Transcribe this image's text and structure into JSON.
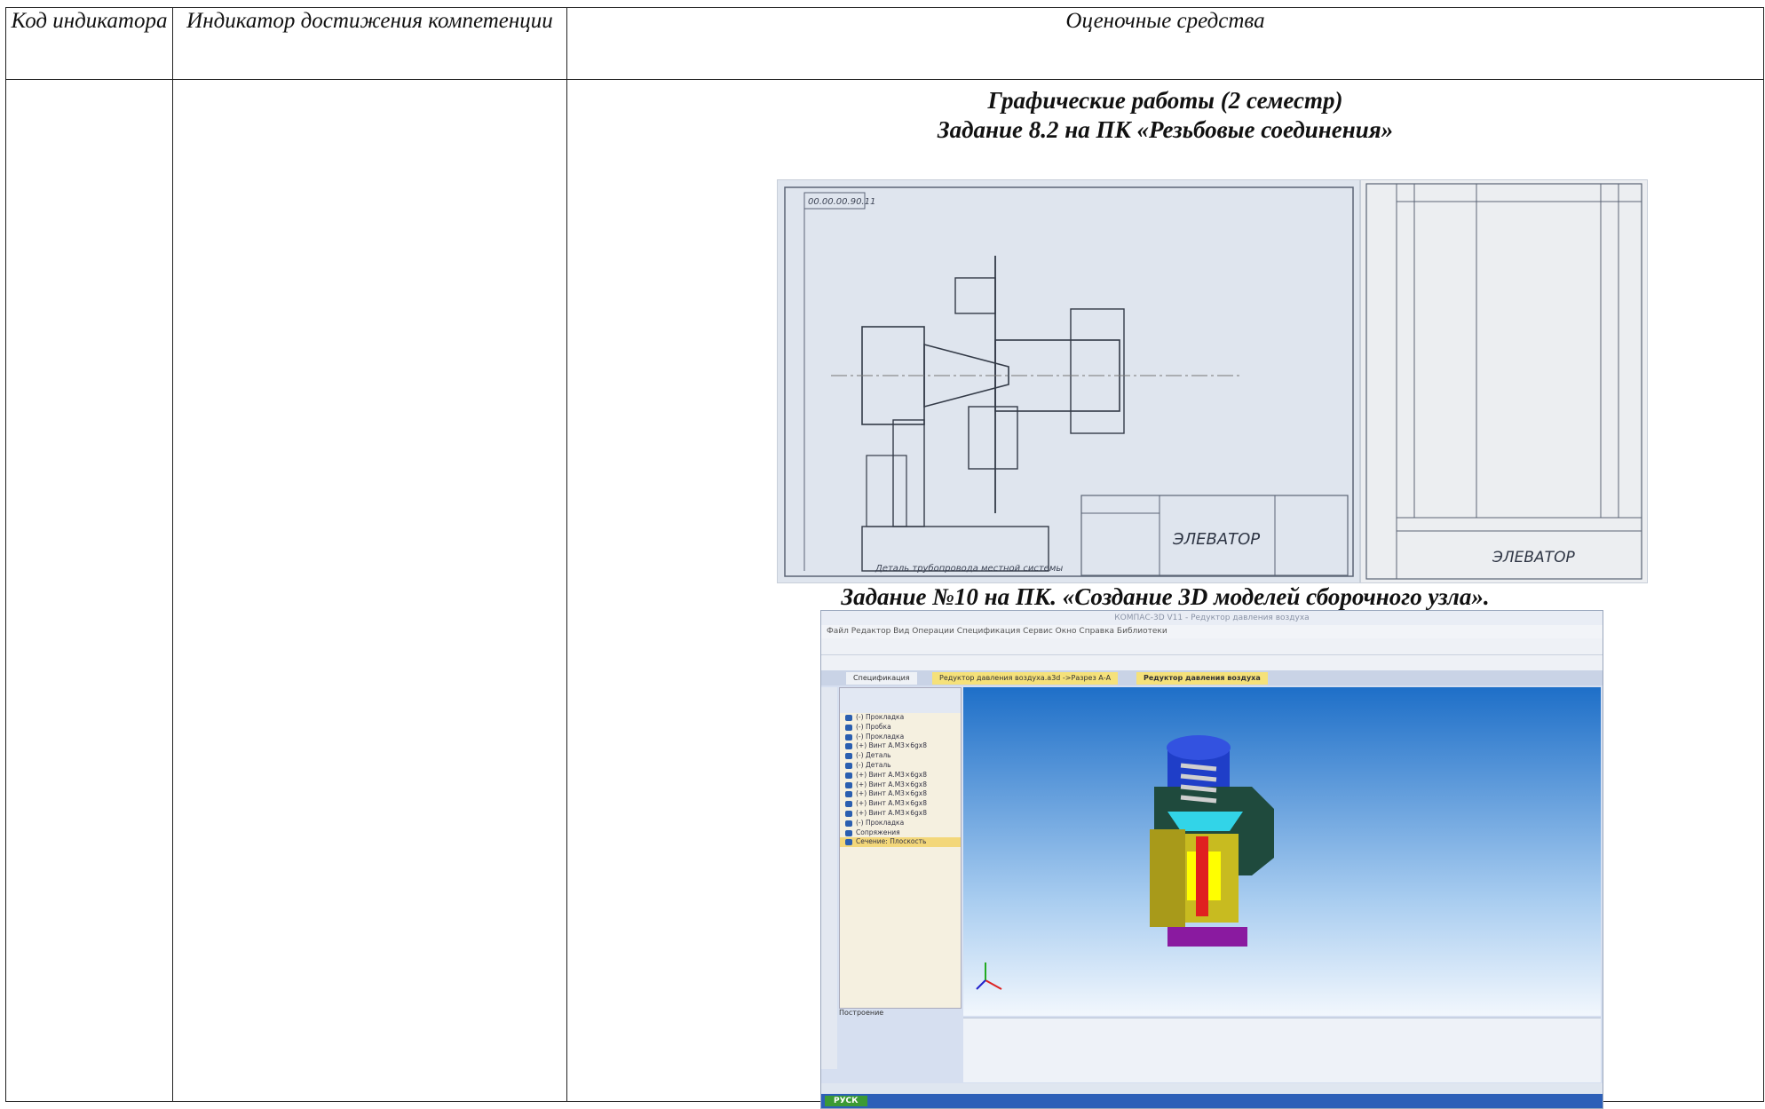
{
  "table": {
    "headers": [
      "Код индикатора",
      "Индикатор достижения компетенции",
      "Оценочные средства"
    ]
  },
  "content": {
    "section_title": "Графические работы (2 семестр)",
    "task1_title": "Задание 8.2 на ПК «Резьбовые соединения»",
    "task2_title": "Задание №10 на ПК. «Создание 3D моделей сборочного узла»."
  },
  "drawing": {
    "title_block_name": "ЭЛЕВАТОР",
    "bottom_caption": "Деталь трубопровода местной системы",
    "stamp_code": "00.00.00.90.11"
  },
  "spec_sheet": {
    "title_block_name": "ЭЛЕВАТОР"
  },
  "app_screenshot": {
    "title": "КОМПАС-3D V11 - Редуктор давления воздуха",
    "menu": "Файл  Редактор  Вид  Операции  Спецификация  Сервис  Окно  Справка  Библиотеки",
    "tabs": [
      "Спецификация",
      "Редуктор давления воздуха.a3d ->Разрез А-А",
      "Редуктор давления воздуха"
    ],
    "tree_items": [
      "(-) Прокладка",
      "(-) Пробка",
      "(-) Прокладка",
      "(+) Винт А.М3×6gх8",
      "(-) Деталь",
      "(-) Деталь",
      "(+) Винт А.М3×6gх8",
      "(+) Винт А.М3×6gх8",
      "(+) Винт А.М3×6gх8",
      "(+) Винт А.М3×6gх8",
      "(+) Винт А.М3×6gх8",
      "(-) Прокладка",
      "Сопряжения",
      "Сечение: Плоскость"
    ],
    "panel_label": "Построение",
    "taskbar_start": "РУСК"
  }
}
